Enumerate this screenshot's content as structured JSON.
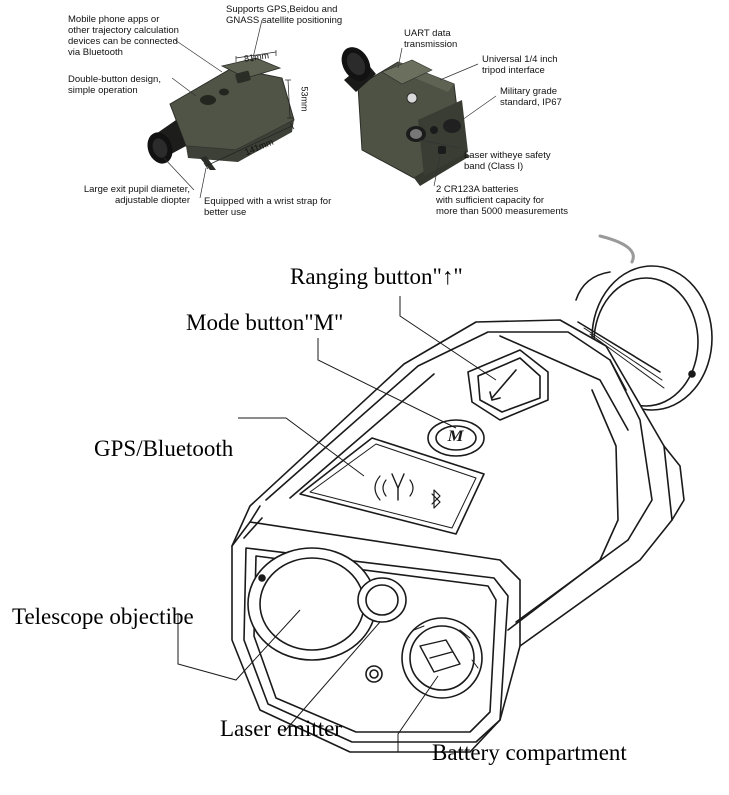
{
  "top_panel": {
    "callouts": {
      "bluetooth": "Mobile phone apps or\nother trajectory calculation\ndevices can be connected\nvia Bluetooth",
      "gnss": "Supports GPS,Beidou and\nGNASS satellite positioning",
      "double_button": "Double-button design,\nsimple operation",
      "exit_pupil": "Large exit pupil diameter,\nadjustable diopter",
      "wrist_strap": "Equipped with a wrist strap for\nbetter use",
      "uart": "UART data\ntransmission",
      "tripod": "Universal 1/4 inch\ntripod interface",
      "military": "Military grade\nstandard, IP67",
      "laser_safety": "Laser witheye safety\nband (Class I)",
      "batteries": "2 CR123A batteries\nwith sufficient capacity for\nmore than 5000 measurements"
    },
    "dimensions": {
      "width": "81mm",
      "height": "53mm",
      "length": "141mm"
    }
  },
  "diagram": {
    "labels": {
      "ranging_button": "Ranging button\"↑\"",
      "mode_button": "Mode button\"M\"",
      "gps_bluetooth": "GPS/Bluetooth",
      "telescope": "Telescope objectibe",
      "laser_emitter": "Laser emitter",
      "battery": "Battery compartment"
    },
    "button_glyph": "M",
    "colors": {
      "device_body": "#4f5446",
      "device_dark": "#2b2d28",
      "line_art": "#1a1a1a"
    }
  }
}
